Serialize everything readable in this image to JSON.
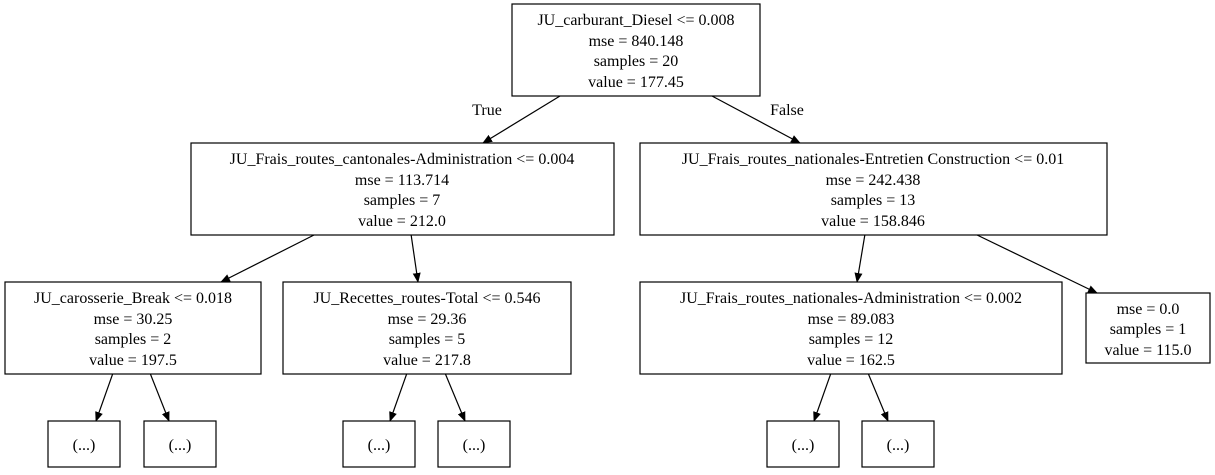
{
  "tree": {
    "edge_labels": {
      "true_label": "True",
      "false_label": "False"
    },
    "nodes": {
      "root": {
        "condition": "JU_carburant_Diesel <= 0.008",
        "mse": "mse = 840.148",
        "samples": "samples = 20",
        "value": "value = 177.45"
      },
      "n1": {
        "condition": "JU_Frais_routes_cantonales-Administration <= 0.004",
        "mse": "mse = 113.714",
        "samples": "samples = 7",
        "value": "value = 212.0"
      },
      "n2": {
        "condition": "JU_Frais_routes_nationales-Entretien Construction <= 0.01",
        "mse": "mse = 242.438",
        "samples": "samples = 13",
        "value": "value = 158.846"
      },
      "n3": {
        "condition": "JU_carosserie_Break <= 0.018",
        "mse": "mse = 30.25",
        "samples": "samples = 2",
        "value": "value = 197.5"
      },
      "n4": {
        "condition": "JU_Recettes_routes-Total <= 0.546",
        "mse": "mse = 29.36",
        "samples": "samples = 5",
        "value": "value = 217.8"
      },
      "n5": {
        "condition": "JU_Frais_routes_nationales-Administration <= 0.002",
        "mse": "mse = 89.083",
        "samples": "samples = 12",
        "value": "value = 162.5"
      },
      "n6": {
        "mse": "mse = 0.0",
        "samples": "samples = 1",
        "value": "value = 115.0"
      },
      "t1": {
        "label": "(...)"
      },
      "t2": {
        "label": "(...)"
      },
      "t3": {
        "label": "(...)"
      },
      "t4": {
        "label": "(...)"
      },
      "t5": {
        "label": "(...)"
      },
      "t6": {
        "label": "(...)"
      }
    }
  }
}
